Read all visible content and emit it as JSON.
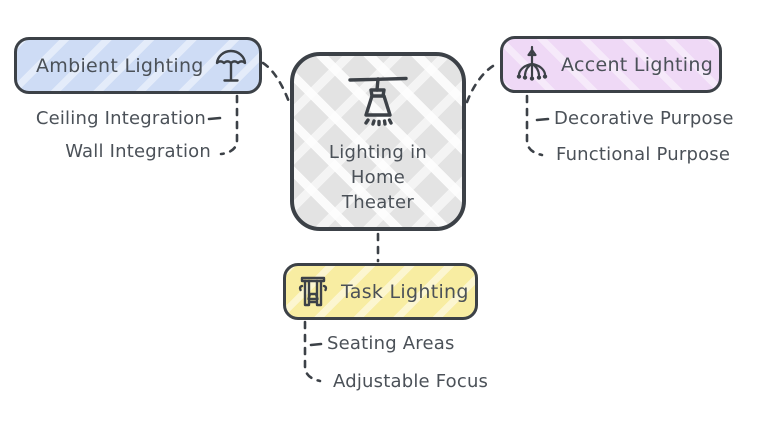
{
  "diagram": {
    "center": {
      "lines": [
        "Lighting in",
        "Home",
        "Theater"
      ],
      "icon": "pendant-lamp-icon"
    },
    "ambient": {
      "label": "Ambient Lighting",
      "icon": "umbrella-icon",
      "fill": "#cedcf5",
      "children": [
        "Ceiling Integration",
        "Wall Integration"
      ]
    },
    "accent": {
      "label": "Accent Lighting",
      "icon": "chandelier-icon",
      "fill": "#efd9f6",
      "children": [
        "Decorative Purpose",
        "Functional Purpose"
      ]
    },
    "task": {
      "label": "Task Lighting",
      "icon": "sconce-lamp-icon",
      "fill": "#f8eda2",
      "children": [
        "Seating Areas",
        "Adjustable Focus"
      ]
    },
    "colors": {
      "border": "#3c4147",
      "text": "#4b5158",
      "center_fill": "#e3e3e3",
      "background": "#ffffff"
    }
  }
}
